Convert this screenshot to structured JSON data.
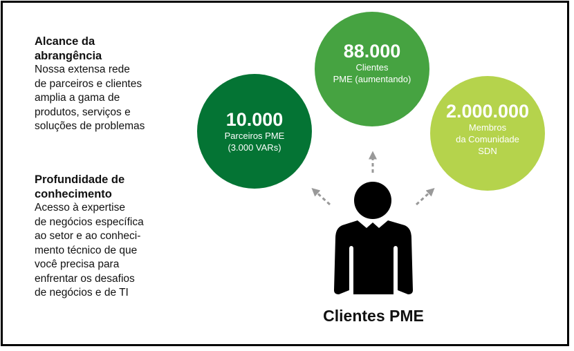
{
  "sections": [
    {
      "heading": "Alcance da\nabrangência",
      "body": "Nossa extensa rede\nde parceiros e clientes\namplia a gama de\nprodutos, serviços e\nsoluções de problemas"
    },
    {
      "heading": "Profundidade de\nconhecimento",
      "body": "Acesso à expertise\nde negócios específica\nao setor e ao conheci-\nmento técnico de que\nvocê precisa para\nenfrentar os desafios\nde negócios e de TI"
    }
  ],
  "circles": [
    {
      "value": "10.000",
      "label": "Parceiros PME\n(3.000 VARs)",
      "color": "#047434"
    },
    {
      "value": "88.000",
      "label": "Clientes\nPME (aumentando)",
      "color": "#46a341"
    },
    {
      "value": "2.000.000",
      "label": "Membros\nda Comunidade\nSDN",
      "color": "#b5d34c"
    }
  ],
  "center": {
    "label": "Clientes PME",
    "icon": "person-icon"
  }
}
